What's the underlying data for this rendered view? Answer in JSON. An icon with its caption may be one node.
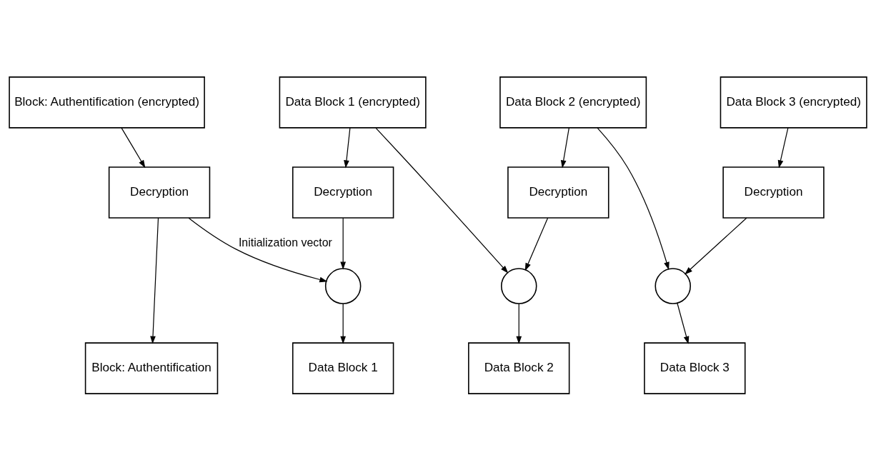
{
  "diagram": {
    "nodes": [
      {
        "text": [
          "Block: Authentification (encrypted)"
        ]
      },
      {
        "text": [
          "Data Block 1 (encrypted)"
        ]
      },
      {
        "text": [
          "Data Block 2 (encrypted)"
        ]
      },
      {
        "text": [
          "Data Block 3 (encrypted)"
        ]
      },
      {
        "text": [
          "Decryption"
        ]
      },
      {
        "text": [
          "Decryption"
        ]
      },
      {
        "text": [
          "Decryption"
        ]
      },
      {
        "text": [
          "Decryption"
        ]
      },
      {
        "text": [],
        "shape": "circle"
      },
      {
        "text": [],
        "shape": "circle"
      },
      {
        "text": [],
        "shape": "circle"
      },
      {
        "text": [
          "Block: Authentification"
        ]
      },
      {
        "text": [
          "Data Block 1"
        ]
      },
      {
        "text": [
          "Data Block 2"
        ]
      },
      {
        "text": [
          "Data Block 3"
        ]
      }
    ],
    "edges": [
      {
        "from": 0,
        "to": 4,
        "arrow": "to"
      },
      {
        "from": 1,
        "to": 5,
        "arrow": "to"
      },
      {
        "from": 1,
        "to": 9,
        "arrow": "to"
      },
      {
        "from": 2,
        "to": 6,
        "arrow": "to"
      },
      {
        "from": 2,
        "to": 10,
        "arrow": "to"
      },
      {
        "from": 3,
        "to": 7,
        "arrow": "to"
      },
      {
        "from": 4,
        "to": 8,
        "arrow": "to",
        "label": "Initialization vector"
      },
      {
        "from": 4,
        "to": 11,
        "arrow": "to"
      },
      {
        "from": 5,
        "to": 8,
        "arrow": "to"
      },
      {
        "from": 6,
        "to": 9,
        "arrow": "to"
      },
      {
        "from": 7,
        "to": 10,
        "arrow": "to"
      },
      {
        "from": 8,
        "to": 12,
        "arrow": "to"
      },
      {
        "from": 9,
        "to": 13,
        "arrow": "to"
      },
      {
        "from": 10,
        "to": 14,
        "arrow": "to"
      }
    ]
  }
}
